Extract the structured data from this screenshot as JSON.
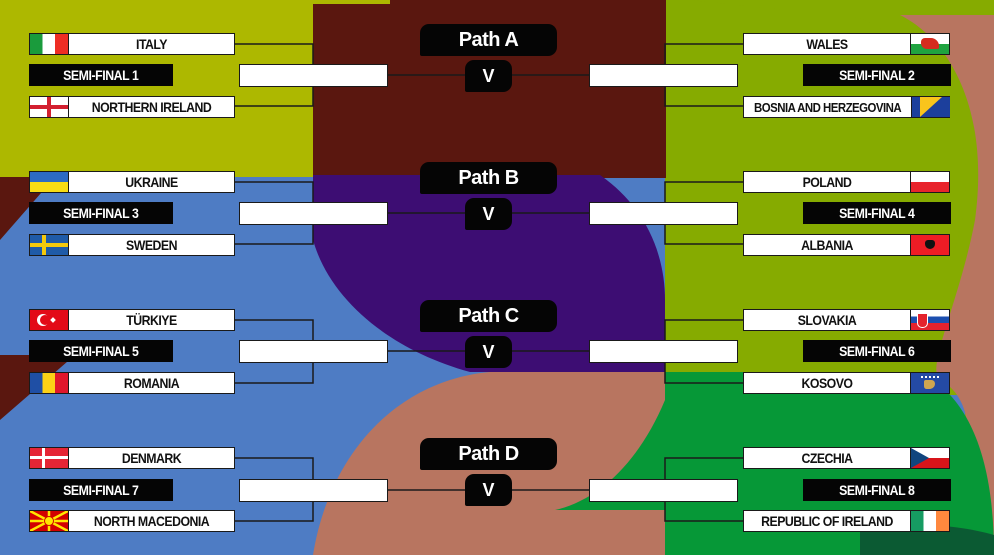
{
  "colors": {
    "olive": "#adb800",
    "lime": "#86ab00",
    "maroon": "#5a170f",
    "purple": "#3d0d73",
    "blue": "#4e7cc4",
    "terracotta": "#b87560",
    "green": "#069837",
    "black": "#050505",
    "white": "#ffffff"
  },
  "paths": [
    {
      "label": "Path A",
      "vs": "V",
      "semis": [
        {
          "label": "SEMI-FINAL 1",
          "side": "left",
          "teams": [
            {
              "name": "ITALY",
              "flag": "italy-flag-icon"
            },
            {
              "name": "NORTHERN IRELAND",
              "flag": "northern-ireland-flag-icon"
            }
          ]
        },
        {
          "label": "SEMI-FINAL 2",
          "side": "right",
          "teams": [
            {
              "name": "WALES",
              "flag": "wales-flag-icon"
            },
            {
              "name": "BOSNIA AND HERZEGOVINA",
              "flag": "bosnia-flag-icon"
            }
          ]
        }
      ]
    },
    {
      "label": "Path B",
      "vs": "V",
      "semis": [
        {
          "label": "SEMI-FINAL 3",
          "side": "left",
          "teams": [
            {
              "name": "UKRAINE",
              "flag": "ukraine-flag-icon"
            },
            {
              "name": "SWEDEN",
              "flag": "sweden-flag-icon"
            }
          ]
        },
        {
          "label": "SEMI-FINAL 4",
          "side": "right",
          "teams": [
            {
              "name": "POLAND",
              "flag": "poland-flag-icon"
            },
            {
              "name": "ALBANIA",
              "flag": "albania-flag-icon"
            }
          ]
        }
      ]
    },
    {
      "label": "Path C",
      "vs": "V",
      "semis": [
        {
          "label": "SEMI-FINAL 5",
          "side": "left",
          "teams": [
            {
              "name": "TÜRKIYE",
              "flag": "turkiye-flag-icon"
            },
            {
              "name": "ROMANIA",
              "flag": "romania-flag-icon"
            }
          ]
        },
        {
          "label": "SEMI-FINAL 6",
          "side": "right",
          "teams": [
            {
              "name": "SLOVAKIA",
              "flag": "slovakia-flag-icon"
            },
            {
              "name": "KOSOVO",
              "flag": "kosovo-flag-icon"
            }
          ]
        }
      ]
    },
    {
      "label": "Path D",
      "vs": "V",
      "semis": [
        {
          "label": "SEMI-FINAL 7",
          "side": "left",
          "teams": [
            {
              "name": "DENMARK",
              "flag": "denmark-flag-icon"
            },
            {
              "name": "NORTH MACEDONIA",
              "flag": "north-macedonia-flag-icon"
            }
          ]
        },
        {
          "label": "SEMI-FINAL 8",
          "side": "right",
          "teams": [
            {
              "name": "CZECHIA",
              "flag": "czechia-flag-icon"
            },
            {
              "name": "REPUBLIC OF IRELAND",
              "flag": "ireland-flag-icon"
            }
          ]
        }
      ]
    }
  ]
}
